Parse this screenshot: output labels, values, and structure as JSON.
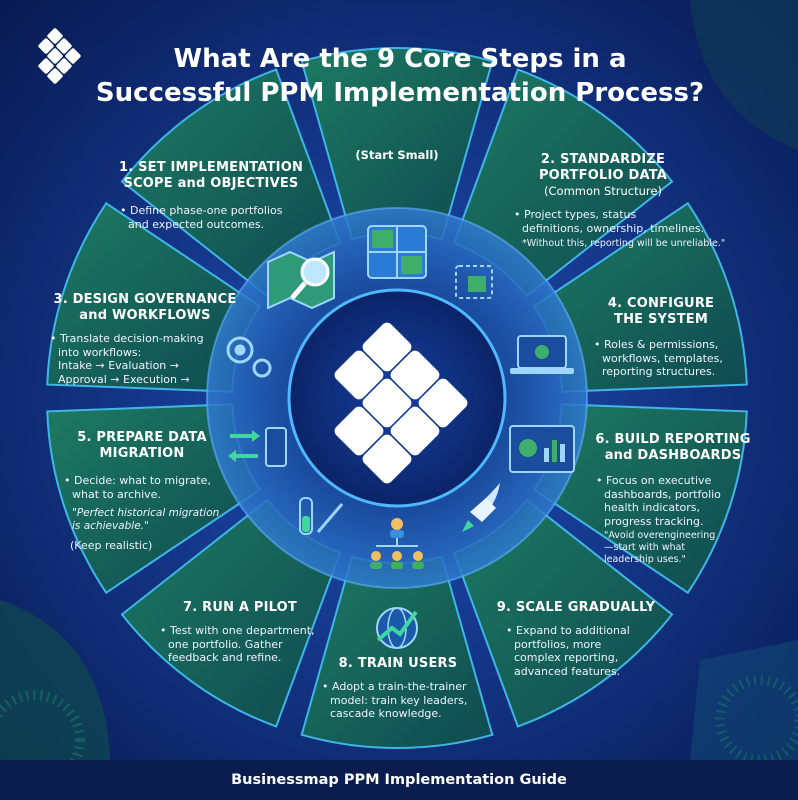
{
  "title_line1": "What Are the 9 Core Steps in a",
  "title_line2": "Successful PPM Implementation Process?",
  "top_label": "(Start Small)",
  "footer": "Businessmap PPM Implementation Guide",
  "steps": [
    {
      "title1": "1. SET IMPLEMENTATION",
      "title2": "SCOPE and OBJECTIVES",
      "body": [
        "Define phase-one portfolios",
        "and expected outcomes."
      ]
    },
    {
      "title1": "2. STANDARDIZE",
      "title2": "PORTFOLIO DATA",
      "subtitle": "(Common Structure)",
      "body": [
        "Project types, status",
        "definitions, ownership, timelines."
      ],
      "note": "*Without this, reporting will be unreliable.\""
    },
    {
      "title1": "3. DESIGN GOVERNANCE",
      "title2": "and WORKFLOWS",
      "body": [
        "Translate decision-making",
        "into workflows:",
        "Intake → Evaluation →",
        "Approval → Execution →"
      ]
    },
    {
      "title1": "4. CONFIGURE",
      "title2": "THE SYSTEM",
      "body": [
        "Roles & permissions,",
        "workflows, templates,",
        "reporting structures."
      ]
    },
    {
      "title1": "5. PREPARE DATA",
      "title2": "MIGRATION",
      "body": [
        "Decide: what to migrate,",
        "what to archive."
      ],
      "quote": [
        "\"Perfect historical migration",
        "is achievable.\""
      ],
      "aside": "(Keep realistic)"
    },
    {
      "title1": "6. BUILD REPORTING",
      "title2": "and DASHBOARDS",
      "body": [
        "Focus on executive",
        "dashboards, portfolio",
        "health indicators,",
        "progress tracking."
      ],
      "quote": [
        "\"Avoid overengineering",
        "—start with what",
        "leadership uses.\""
      ]
    },
    {
      "title1": "7. RUN A PILOT",
      "body": [
        "Test with one department,",
        "one portfolio. Gather",
        "feedback and refine."
      ]
    },
    {
      "title1": "8. TRAIN USERS",
      "body": [
        "Adopt a train-the-trainer",
        "model: train key leaders,",
        "cascade knowledge."
      ]
    },
    {
      "title1": "9. SCALE GRADUALLY",
      "body": [
        "Expand to additional",
        "portfolios, more",
        "complex reporting,",
        "advanced features."
      ]
    }
  ],
  "colors": {
    "background": "#0b1a4a",
    "segment": "#1a6a55",
    "ring": "#2b5ea8",
    "hub": "#0d2a6e",
    "accent": "#4fb8ff"
  },
  "icons": [
    "puzzle-icon",
    "map-magnifier-icon",
    "puzzle-piece-icon",
    "gears-icon",
    "laptop-settings-icon",
    "data-transfer-icon",
    "dashboard-icon",
    "test-tube-icon",
    "rocket-icon",
    "team-hierarchy-icon",
    "globe-growth-icon",
    "logo-diamonds-icon"
  ]
}
